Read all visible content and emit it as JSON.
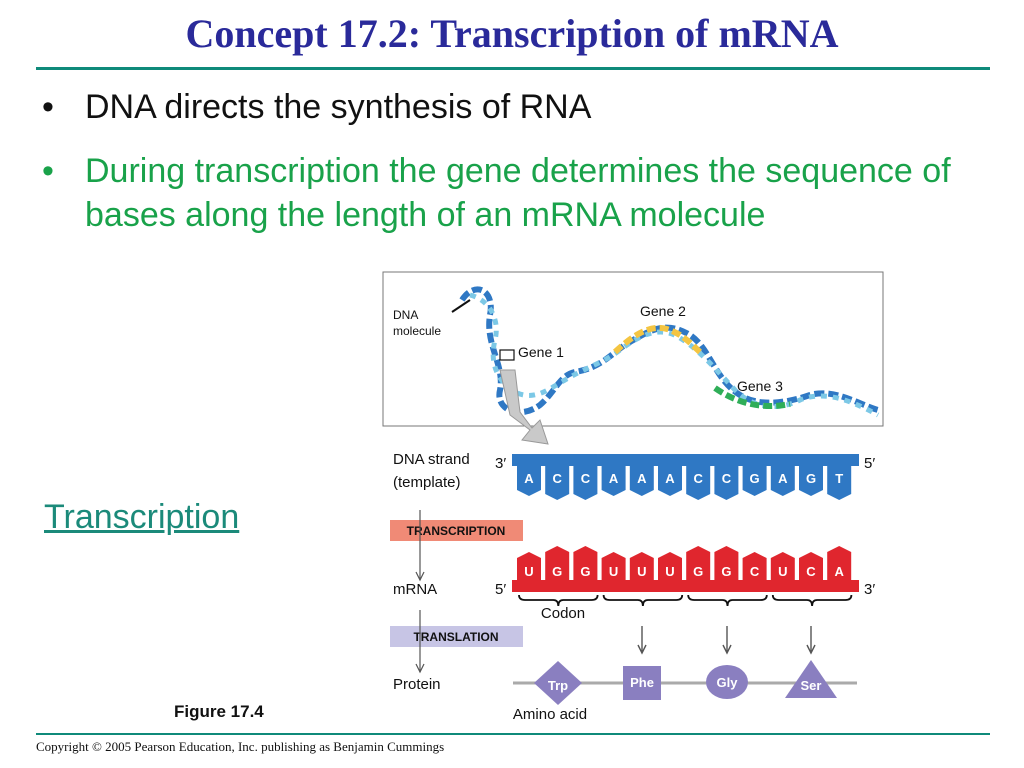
{
  "slide": {
    "title": "Concept 17.2: Transcription of mRNA",
    "bullets": [
      "DNA directs the synthesis of RNA",
      "During transcription the gene determines the sequence of bases along the length of an mRNA molecule"
    ],
    "link": "Transcription",
    "figure_caption": "Figure 17.4",
    "copyright": "Copyright © 2005 Pearson Education, Inc. publishing as Benjamin Cummings"
  },
  "figure": {
    "dna_molecule_label": "DNA\nmolecule",
    "genes": [
      "Gene 1",
      "Gene 2",
      "Gene 3"
    ],
    "dna_strand_label": "DNA strand\n(template)",
    "end_3": "3′",
    "end_5": "5′",
    "transcription_label": "TRANSCRIPTION",
    "translation_label": "TRANSLATION",
    "mrna_label": "mRNA",
    "protein_label": "Protein",
    "codon_label": "Codon",
    "amino_acid_label": "Amino acid",
    "dna_bases": [
      "A",
      "C",
      "C",
      "A",
      "A",
      "A",
      "C",
      "C",
      "G",
      "A",
      "G",
      "T"
    ],
    "mrna_bases": [
      "U",
      "G",
      "G",
      "U",
      "U",
      "U",
      "G",
      "G",
      "C",
      "U",
      "C",
      "A"
    ],
    "amino_acids": [
      "Trp",
      "Phe",
      "Gly",
      "Ser"
    ],
    "colors": {
      "title": "#2a2a9a",
      "green_text": "#19a24a",
      "dna_blue": "#2f78c4",
      "mrna_red": "#e0262e",
      "transcription_box": "#f08a76",
      "translation_box": "#c7c5e5",
      "amino_acid": "#8a7fc0"
    }
  }
}
